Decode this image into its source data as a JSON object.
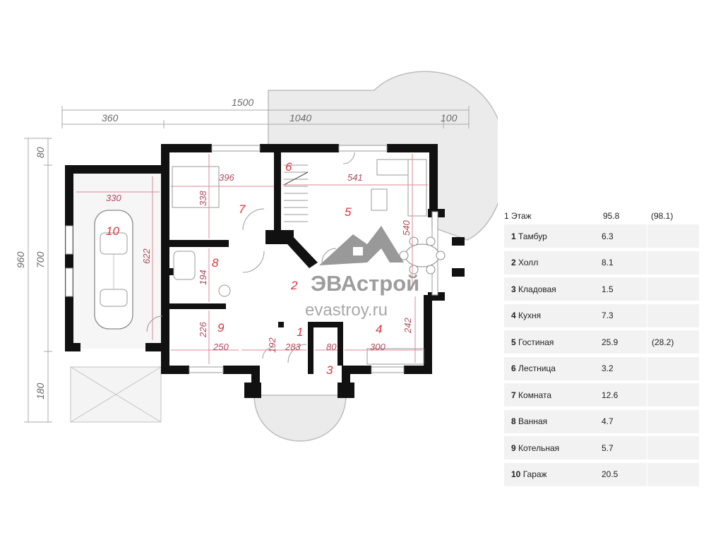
{
  "dimensions": {
    "total_width": "1500",
    "left_width": "360",
    "mid_width": "1040",
    "right_width": "100",
    "total_height": "960",
    "h_top": "80",
    "h_mid": "700",
    "h_bottom": "180",
    "room_dims": {
      "d330": "330",
      "d622": "622",
      "d396": "396",
      "d338": "338",
      "d541": "541",
      "d540": "540",
      "d194": "194",
      "d226": "226",
      "d250": "250",
      "d192": "192",
      "d283": "283",
      "d80": "80",
      "d300": "300",
      "d242": "242"
    }
  },
  "room_numbers": {
    "r1": "1",
    "r2": "2",
    "r3": "3",
    "r4": "4",
    "r5": "5",
    "r6": "6",
    "r7": "7",
    "r8": "8",
    "r9": "9",
    "r10": "10"
  },
  "watermark": {
    "brand": "ЭВАстрой",
    "url": "evastroy.ru"
  },
  "area_table": {
    "header": {
      "label": "1 Этаж",
      "area": "95.8",
      "extra": "(98.1)"
    },
    "rows": [
      {
        "num": "1",
        "name": "Тамбур",
        "area": "6.3",
        "extra": ""
      },
      {
        "num": "2",
        "name": "Холл",
        "area": "8.1",
        "extra": ""
      },
      {
        "num": "3",
        "name": "Кладовая",
        "area": "1.5",
        "extra": ""
      },
      {
        "num": "4",
        "name": "Кухня",
        "area": "7.3",
        "extra": ""
      },
      {
        "num": "5",
        "name": "Гостиная",
        "area": "25.9",
        "extra": "(28.2)"
      },
      {
        "num": "6",
        "name": "Лестница",
        "area": "3.2",
        "extra": ""
      },
      {
        "num": "7",
        "name": "Комната",
        "area": "12.6",
        "extra": ""
      },
      {
        "num": "8",
        "name": "Ванная",
        "area": "4.7",
        "extra": ""
      },
      {
        "num": "9",
        "name": "Котельная",
        "area": "5.7",
        "extra": ""
      },
      {
        "num": "10",
        "name": "Гараж",
        "area": "20.5",
        "extra": ""
      }
    ]
  }
}
